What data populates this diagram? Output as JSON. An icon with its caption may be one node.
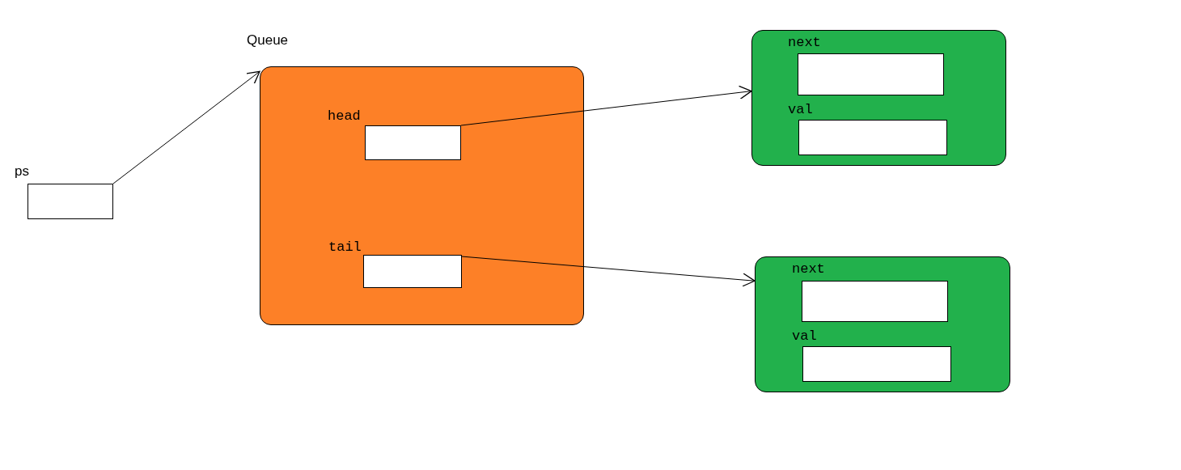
{
  "diagram": {
    "nodes": [
      {
        "text": [
          "ps"
        ]
      },
      {
        "text": [
          "Queue"
        ]
      },
      {
        "text": [
          "head"
        ],
        "in": 1
      },
      {
        "text": [
          "tail"
        ],
        "in": 1
      },
      {
        "text": [],
        "shape": "box"
      },
      {
        "text": [
          "next"
        ],
        "in": 4
      },
      {
        "text": [
          "val"
        ],
        "in": 4
      },
      {
        "text": [],
        "shape": "box"
      },
      {
        "text": [
          "next"
        ],
        "in": 7
      },
      {
        "text": [
          "val"
        ],
        "in": 7
      }
    ],
    "edges": [
      {
        "from": 0,
        "to": 1,
        "arrow": "to"
      },
      {
        "from": 2,
        "to": 4,
        "arrow": "to"
      },
      {
        "from": 3,
        "to": 7,
        "arrow": "to"
      }
    ]
  }
}
